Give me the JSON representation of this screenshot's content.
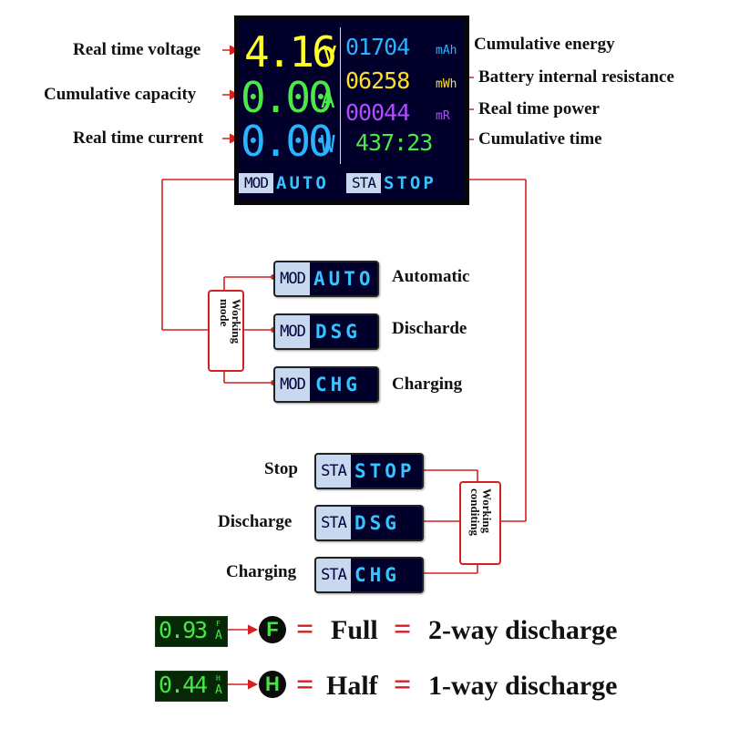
{
  "labels": {
    "voltage": "Real time voltage",
    "capacity": "Cumulative capacity",
    "current": "Real time current",
    "energy": "Cumulative energy",
    "resistance": "Battery internal resistance",
    "power": "Real time power",
    "time": "Cumulative time"
  },
  "display": {
    "voltage": "4.16",
    "voltage_unit": "V",
    "current": "0.00",
    "current_unit": "A",
    "power": "0.00",
    "power_unit": "W",
    "energy": "01704",
    "energy_unit": "mAh",
    "resistance": "06258",
    "resistance_unit": "mWh",
    "power_r": "00044",
    "power_r_unit": "mR",
    "time": "437:23",
    "mode_tag": "MOD",
    "mode_value": "AUTO",
    "state_tag": "STA",
    "state_value": "STOP"
  },
  "working_mode": {
    "group_label": "Working mode",
    "items": [
      {
        "tag": "MOD",
        "value": "AUTO",
        "desc": "Automatic"
      },
      {
        "tag": "MOD",
        "value": "DSG",
        "desc": "Discharde"
      },
      {
        "tag": "MOD",
        "value": "CHG",
        "desc": "Charging"
      }
    ]
  },
  "working_condition": {
    "group_label": "Working conditing",
    "items": [
      {
        "tag": "STA",
        "value": "STOP",
        "desc": "Stop"
      },
      {
        "tag": "STA",
        "value": "DSG",
        "desc": "Discharge"
      },
      {
        "tag": "STA",
        "value": "CHG",
        "desc": "Charging"
      }
    ]
  },
  "legend": [
    {
      "reading": "0.93",
      "sup": "F",
      "sub": "A",
      "badge": "F",
      "eq1": "=",
      "text1": "Full",
      "eq2": "=",
      "text2": "2-way discharge"
    },
    {
      "reading": "0.44",
      "sup": "H",
      "sub": "A",
      "badge": "H",
      "eq1": "=",
      "text1": "Half",
      "eq2": "=",
      "text2": "1-way discharge"
    }
  ],
  "colors": {
    "voltage": "#ffff28",
    "capacity": "#4ce848",
    "current": "#2ab4ff",
    "energy": "#2ab4ff",
    "resistance": "#ffe020",
    "power_r": "#b04cff",
    "time": "#4ce848",
    "annotation": "#d42020"
  }
}
